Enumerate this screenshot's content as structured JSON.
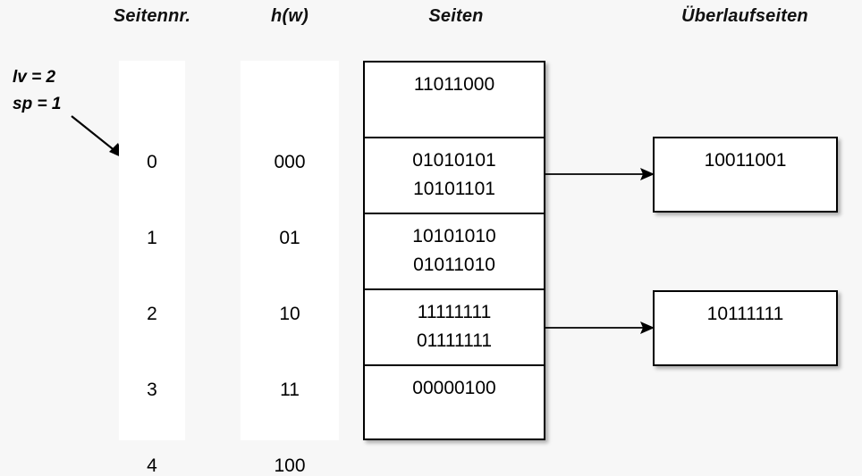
{
  "headers": {
    "page_number": "Seitennr.",
    "hash": "h(w)",
    "pages": "Seiten",
    "overflow_pages": "Überlaufseiten"
  },
  "params": {
    "level": "lv = 2",
    "split_pointer": "sp = 1"
  },
  "rows": [
    {
      "page_number": "0",
      "hash": "000"
    },
    {
      "page_number": "1",
      "hash": "01"
    },
    {
      "page_number": "2",
      "hash": "10"
    },
    {
      "page_number": "3",
      "hash": "11"
    },
    {
      "page_number": "4",
      "hash": "100"
    }
  ],
  "pages": [
    {
      "records": [
        "11011000"
      ]
    },
    {
      "records": [
        "01010101",
        "10101101"
      ]
    },
    {
      "records": [
        "10101010",
        "01011010"
      ]
    },
    {
      "records": [
        "11111111",
        "01111111"
      ]
    },
    {
      "records": [
        "00000100"
      ]
    }
  ],
  "overflow_pages": [
    {
      "records": [
        "10011001"
      ]
    },
    {
      "records": [
        "10111111"
      ]
    }
  ],
  "colors": {
    "background": "#f7f7f7",
    "surface": "#ffffff",
    "stroke": "#000000"
  }
}
